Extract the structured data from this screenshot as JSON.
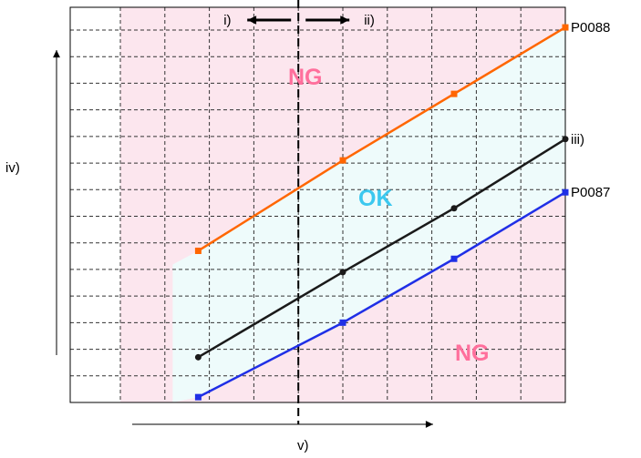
{
  "chart_data": {
    "type": "line",
    "title": "",
    "xlabel": "v)",
    "ylabel": "iv)",
    "xlim": [
      0,
      10
    ],
    "ylim": [
      0,
      14
    ],
    "grid": true,
    "x_grid_step": 1,
    "y_grid_step": 1,
    "divider": {
      "x": 4,
      "left_label": "i)",
      "right_label": "ii)"
    },
    "regions": [
      {
        "label": "NG",
        "color": "#ff6f9c"
      },
      {
        "label": "OK",
        "color": "#3cc8ef"
      },
      {
        "label": "NG",
        "color": "#ff6f9c"
      }
    ],
    "series": [
      {
        "name": "P0088",
        "color": "#ff6600",
        "marker": "square",
        "x": [
          1.75,
          5,
          7.5,
          10
        ],
        "y": [
          5.7,
          9.1,
          11.6,
          14.1
        ]
      },
      {
        "name": "iii)",
        "color": "#1a1a1a",
        "marker": "circle",
        "x": [
          1.75,
          5,
          7.5,
          10
        ],
        "y": [
          1.7,
          4.9,
          7.3,
          9.9
        ]
      },
      {
        "name": "P0087",
        "color": "#1f2fe6",
        "marker": "square",
        "x": [
          1.75,
          5,
          7.5,
          10
        ],
        "y": [
          0.2,
          3.0,
          5.4,
          7.9
        ]
      }
    ],
    "colors": {
      "ng_fill": "#fce6ee",
      "ok_fill": "#eefbfb",
      "grid": "#333333"
    }
  }
}
